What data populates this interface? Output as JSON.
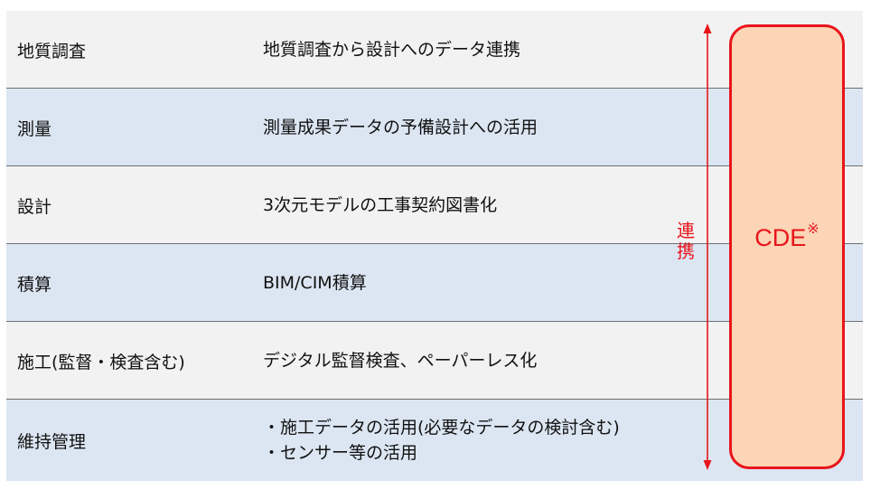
{
  "table": {
    "rows": [
      {
        "phase": "地質調査",
        "description": [
          "地質調査から設計へのデータ連携"
        ]
      },
      {
        "phase": "測量",
        "description": [
          "測量成果データの予備設計への活用"
        ]
      },
      {
        "phase": "設計",
        "description": [
          "3次元モデルの工事契約図書化"
        ]
      },
      {
        "phase": "積算",
        "description": [
          "BIM/CIM積算"
        ]
      },
      {
        "phase": "施工(監督・検査含む)",
        "description": [
          "デジタル監督検査、ペーパーレス化"
        ]
      },
      {
        "phase": "維持管理",
        "description": [
          "・施工データの活用(必要なデータの検討含む)",
          "・センサー等の活用"
        ]
      }
    ]
  },
  "link_arrow": {
    "label_line1": "連",
    "label_line2": "携",
    "direction": "bidirectional-vertical",
    "color": "#e8141b"
  },
  "cde_box": {
    "label": "CDE",
    "footnote_mark": "※",
    "fill_color": "#fbd5b5",
    "border_color": "#e8141b"
  },
  "colors": {
    "row_odd": "#f2f2f2",
    "row_even": "#dce6f2",
    "divider": "#6f6f6f",
    "text": "#111111",
    "accent_red": "#e8141b"
  }
}
